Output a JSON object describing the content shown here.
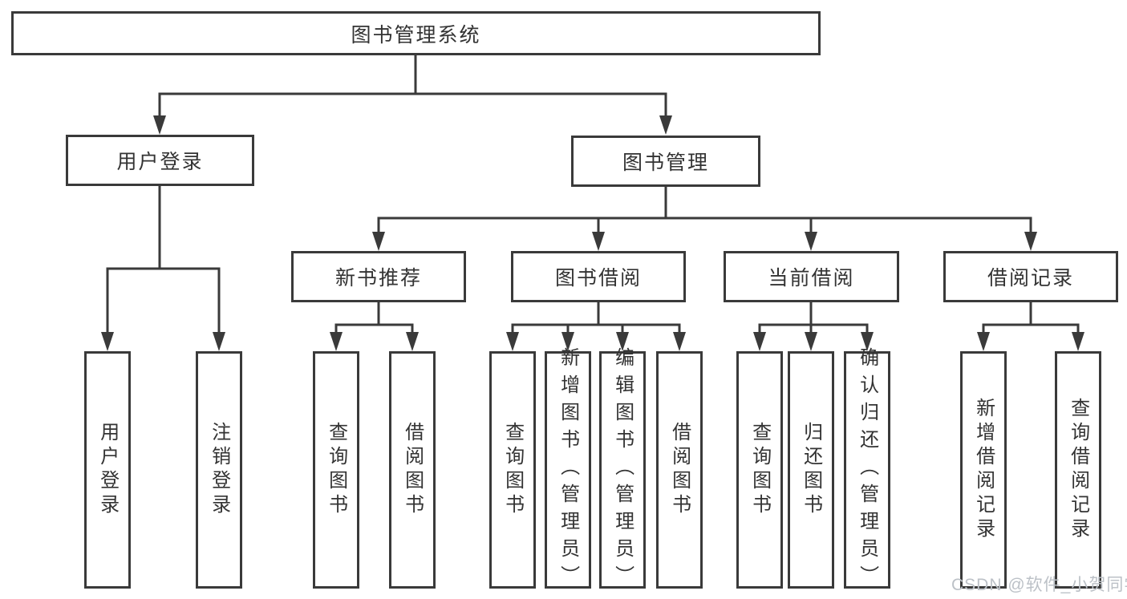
{
  "diagram": {
    "root": {
      "label": "图书管理系统"
    },
    "level1": [
      {
        "label": "用户登录"
      },
      {
        "label": "图书管理"
      }
    ],
    "level2": [
      {
        "label": "新书推荐"
      },
      {
        "label": "图书借阅"
      },
      {
        "label": "当前借阅"
      },
      {
        "label": "借阅记录"
      }
    ],
    "leaves": [
      {
        "label": "用户登录"
      },
      {
        "label": "注销登录"
      },
      {
        "label": "查询图书"
      },
      {
        "label": "借阅图书"
      },
      {
        "label": "查询图书"
      },
      {
        "label": "新增图书（管理员）"
      },
      {
        "label": "编辑图书（管理员）"
      },
      {
        "label": "借阅图书"
      },
      {
        "label": "查询图书"
      },
      {
        "label": "归还图书"
      },
      {
        "label": "确认归还（管理员）"
      },
      {
        "label": "新增借阅记录"
      },
      {
        "label": "查询借阅记录"
      }
    ]
  },
  "watermark": {
    "text": "CSDN @软件_小贺同学"
  },
  "colors": {
    "line": "#3a3a3a",
    "text": "#333333",
    "watermark": "#bcc1c7",
    "background": "#ffffff"
  }
}
